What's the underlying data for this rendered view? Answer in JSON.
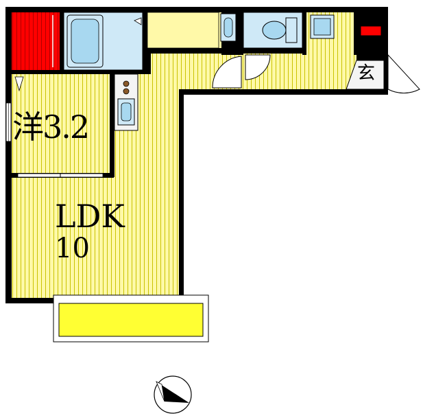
{
  "rooms": {
    "western": {
      "label": "洋3.2"
    },
    "ldk": {
      "label": "LDK",
      "size": "10"
    },
    "entrance": {
      "label": "玄"
    }
  },
  "colors": {
    "floor": "#fff9a8",
    "floor_lines": "#c8c200",
    "wall": "#000000",
    "closet": "#ff0000",
    "balcony": "#ffff33",
    "fixture": "#cfe9f7",
    "fixture_inner": "#a8d8f0",
    "tile": "#f4f4f4"
  },
  "icons": {
    "compass": "north-arrow-icon"
  }
}
